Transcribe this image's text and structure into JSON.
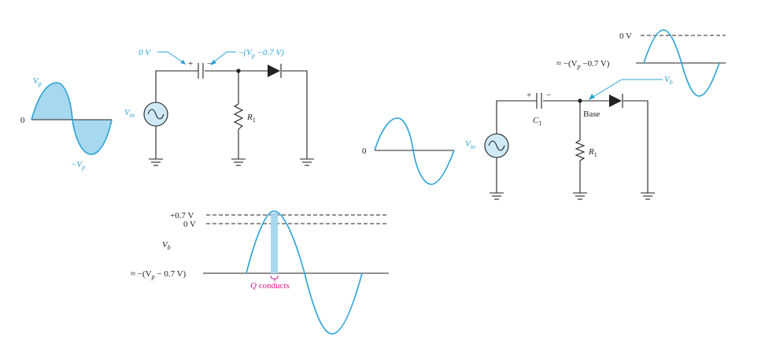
{
  "left_input_wave": {
    "vp_label": "V",
    "vp_sub": "p",
    "zero_label": "0",
    "neg_vp_label": "−V",
    "neg_vp_sub": "p"
  },
  "left_circuit": {
    "cap_left_voltage_label": "0 V",
    "cap_right_voltage_label": "−(V",
    "cap_right_voltage_sub": "p",
    "cap_right_voltage_tail": " −0.7 V)",
    "cap_plus": "+",
    "cap_minus": "−",
    "source_label": "V",
    "source_sub": "in",
    "resistor_label": "R",
    "resistor_sub": "1"
  },
  "right_input_wave": {
    "zero_label": "0"
  },
  "right_circuit": {
    "source_label": "V",
    "source_sub": "in",
    "cap_plus": "+",
    "cap_minus": "−",
    "cap_label": "C",
    "cap_sub": "1",
    "base_label": "Base",
    "resistor_label": "R",
    "resistor_sub": "1",
    "vb_label": "V",
    "vb_sub": "b",
    "out_zero_label": "0 V",
    "out_level_label": "≈ −(V",
    "out_level_sub": "p",
    "out_level_tail": " −0.7 V)"
  },
  "bottom_graph": {
    "plus07_label": "+0.7 V",
    "zero_label": "0 V",
    "vb_label": "V",
    "vb_sub": "b",
    "level_label": "≈ −(V",
    "level_sub": "p",
    "level_tail": " − 0.7 V)",
    "conducts_q": "Q",
    "conducts_text": " conducts"
  },
  "colors": {
    "wave": "#2aa3d6",
    "fill": "#a8d8ef",
    "source_fill": "#cfe9f7",
    "ink": "#222222",
    "conducts": "#d6198a"
  }
}
